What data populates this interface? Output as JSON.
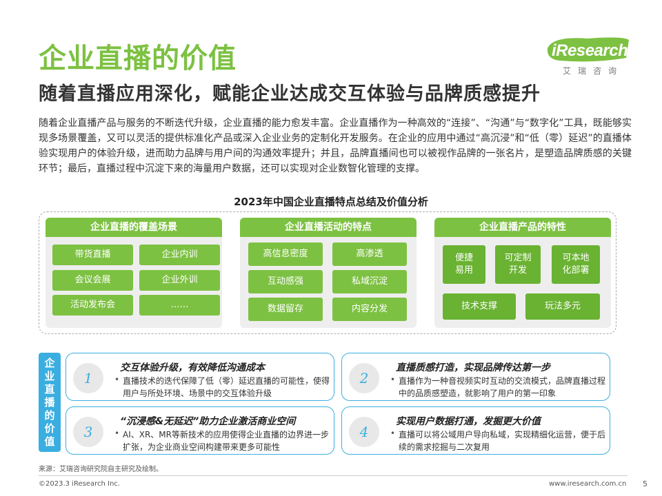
{
  "header": {
    "title": "企业直播的价值",
    "subtitle": "随着直播应用深化，赋能企业达成交互体验与品牌质感提升"
  },
  "logo": {
    "text": "iResearch",
    "cn": "艾瑞咨询",
    "color": "#7dc142"
  },
  "intro": "随着企业直播产品与服务的不断迭代升级，企业直播的能力愈发丰富。企业直播作为一种高效的“连接”、“沟通”与“数字化”工具，既能够实现多场景覆盖，又可以灵活的提供标准化产品或深入企业业务的定制化开发服务。在企业的应用中通过“高沉浸”和“低（零）延迟”的直播体验实现用户的体验升级，进而助力品牌与用户间的沟通效率提升；并且，品牌直播间也可以被视作品牌的一张名片，是塑造品牌质感的关键环节；最后，直播过程中沉淀下来的海量用户数据，还可以实现对企业数智化管理的支撑。",
  "diagram": {
    "title": "2023年中国企业直播特点总结及价值分析",
    "panels": [
      {
        "title": "企业直播的覆盖场景",
        "items": [
          "带货直播",
          "企业内训",
          "会议会展",
          "企业外训",
          "活动发布会",
          "……"
        ]
      },
      {
        "title": "企业直播活动的特点",
        "items": [
          "高信息密度",
          "高渗透",
          "互动感强",
          "私域沉淀",
          "数据留存",
          "内容分发"
        ]
      },
      {
        "title": "企业直播产品的特性",
        "items": [
          "便捷\n易用",
          "可定制\n开发",
          "可本地\n化部署",
          "技术支撑",
          "玩法多元"
        ]
      }
    ]
  },
  "value_section": {
    "label": [
      "企",
      "业",
      "直",
      "播",
      "的",
      "价",
      "值"
    ],
    "cards": [
      {
        "num": "1",
        "title": "交互体验升级，有效降低沟通成本",
        "text": "直播技术的迭代保障了低（零）延迟直播的可能性，使得用户与所处环境、场景中的交互体验升级"
      },
      {
        "num": "2",
        "title": "直播质感打造，实现品牌传达第一步",
        "text": "直播作为一种音视频实时互动的交流模式，品牌直播过程中的品质感塑造，就影响了用户的第一印象"
      },
      {
        "num": "3",
        "title": "“沉浸感&无延迟”助力企业激活商业空间",
        "text": "AI、XR、MR等新技术的应用使得企业直播的边界进一步扩张，为企业商业空间构建带来更多可能性"
      },
      {
        "num": "4",
        "title": "实现用户数据打通，发掘更大价值",
        "text": "直播可以将公域用户导向私域，实现精细化运营，便于后续的需求挖掘与二次复用"
      }
    ],
    "bullet": "•"
  },
  "footer": {
    "source": "来源：艾瑞咨询研究院自主研究及绘制。",
    "copyright": "©2023.3 iResearch Inc.",
    "url": "www.iresearch.com.cn",
    "page": "5"
  },
  "colors": {
    "green": "#7dc142",
    "blue": "#3aaee0"
  }
}
